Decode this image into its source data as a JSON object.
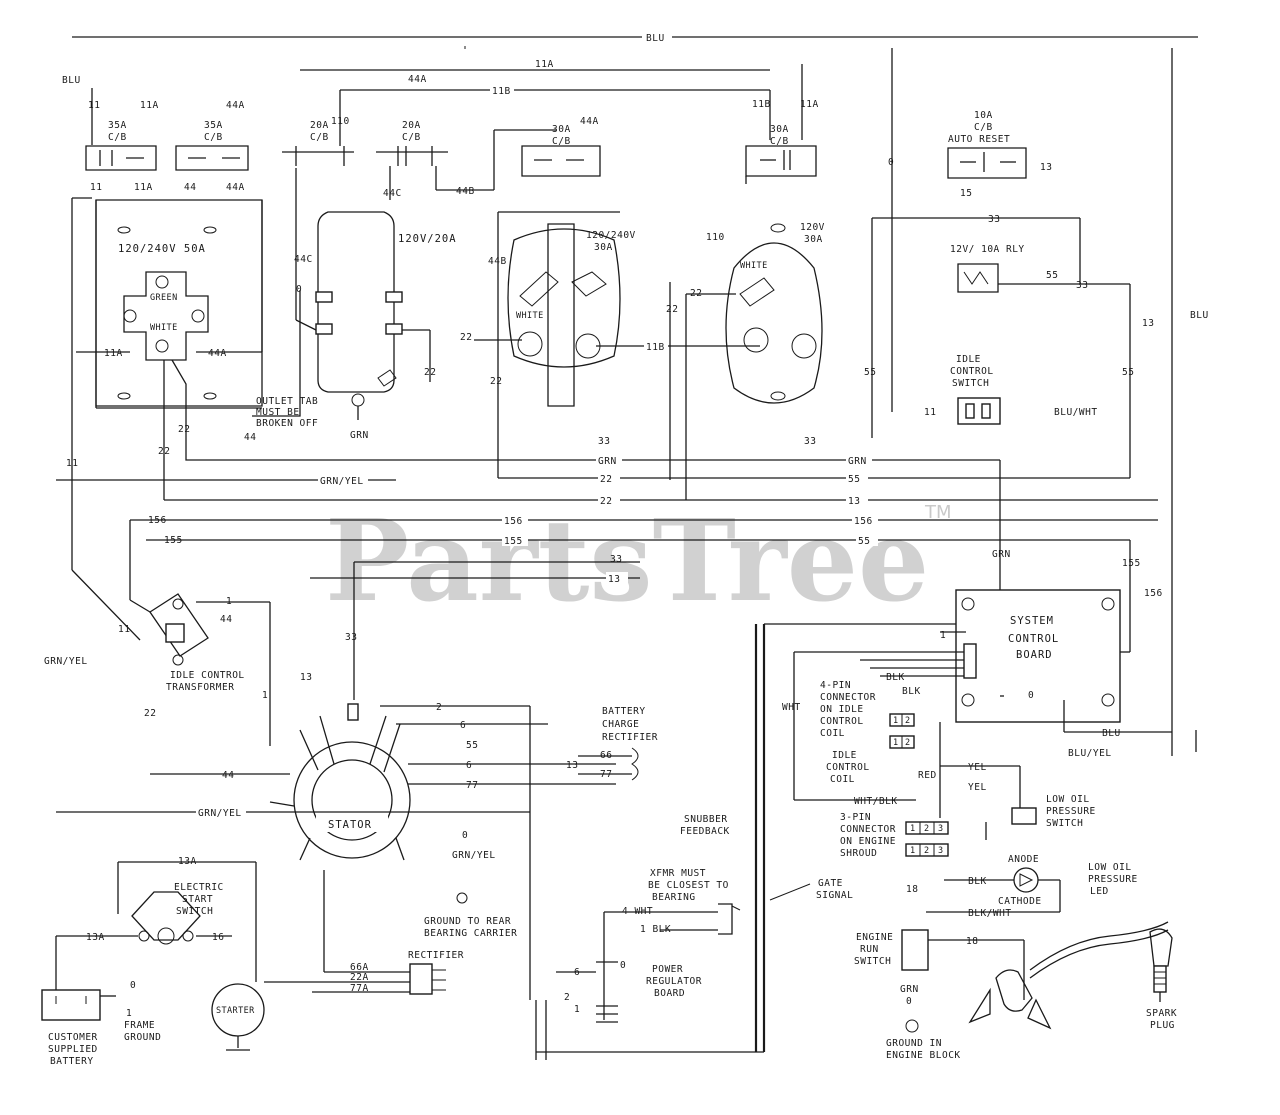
{
  "watermark": {
    "brand": "PartsTree",
    "trademark": "TM"
  },
  "wires": {
    "blu_top": "BLU",
    "blu_left": "BLU",
    "blu_right": "BLU",
    "blu_wht": "BLU/WHT",
    "w11": "11",
    "w11a": "11A",
    "w44": "44",
    "w44a": "44A",
    "w11b": "11B",
    "w110": "110",
    "w44b": "44B",
    "w44c": "44C",
    "w22": "22",
    "w15": "15",
    "w55": "55",
    "w33": "33",
    "w13": "13",
    "w156": "156",
    "w155": "155",
    "w0": "0",
    "w4": "4",
    "w2": "2",
    "w6": "6",
    "w66": "66",
    "w77": "77",
    "w66a": "66A",
    "w22a": "22A",
    "w77a": "77A",
    "w13a": "13A",
    "w16": "16",
    "w4wht": "4 WHT",
    "w1blk": "1 BLK",
    "w18": "18",
    "w1": "1",
    "grn": "GRN",
    "grn_yel": "GRN/YEL",
    "grn_yel2": "GRN/YEL",
    "grn_yel3": "GRN/YEL",
    "grn_yel4": "GRN/YEL",
    "wht": "WHT",
    "blk": "BLK",
    "red": "RED",
    "yel": "YEL",
    "blk_wht": "BLK/WHT",
    "blu_yel": "BLU/YEL",
    "wht_blk": "WHT/BLK"
  },
  "breakers": {
    "cb35a_1": {
      "rating": "35A",
      "label": "C/B"
    },
    "cb35a_2": {
      "rating": "35A",
      "label": "C/B"
    },
    "cb20a_1": {
      "rating": "20A",
      "label": "C/B"
    },
    "cb20a_2": {
      "rating": "20A",
      "label": "C/B"
    },
    "cb30a_1": {
      "rating": "30A",
      "label": "C/B"
    },
    "cb30a_2": {
      "rating": "30A",
      "label": "C/B"
    },
    "cb10a": {
      "rating": "10A",
      "label": "C/B",
      "note": "AUTO RESET"
    }
  },
  "components": {
    "recept_50a": "120/240V 50A",
    "recept_50a_green": "GREEN",
    "recept_50a_white": "WHITE",
    "recept_20a": "120V/20A",
    "outlet_note": [
      "OUTLET TAB",
      "MUST BE",
      "BROKEN OFF"
    ],
    "recept_30a_240": [
      "120/240V",
      "30A"
    ],
    "recept_30a_120": [
      "120V",
      "30A"
    ],
    "white": "WHITE",
    "relay": "12V/ 10A RLY",
    "idle_switch": [
      "IDLE",
      "CONTROL",
      "SWITCH"
    ],
    "idle_transformer": [
      "IDLE CONTROL",
      "TRANSFORMER"
    ],
    "stator": "STATOR",
    "battery_charge": [
      "BATTERY",
      "CHARGE",
      "RECTIFIER"
    ],
    "system_board": [
      "SYSTEM",
      "CONTROL",
      "BOARD"
    ],
    "four_pin": [
      "4-PIN",
      "CONNECTOR",
      "ON IDLE",
      "CONTROL",
      "COIL"
    ],
    "idle_coil": [
      "IDLE",
      "CONTROL",
      "COIL"
    ],
    "three_pin": [
      "3-PIN",
      "CONNECTOR",
      "ON ENGINE",
      "SHROUD"
    ],
    "low_oil": [
      "LOW OIL",
      "PRESSURE",
      "SWITCH"
    ],
    "anode": "ANODE",
    "cathode": "CATHODE",
    "oil_pressure_led": [
      "LOW OIL",
      "PRESSURE",
      "LED"
    ],
    "snubber": [
      "SNUBBER",
      "FEEDBACK"
    ],
    "gate_signal": [
      "GATE",
      "SIGNAL"
    ],
    "xfmr_closest": [
      "XFMR MUST",
      "BE CLOSEST TO",
      "BEARING"
    ],
    "power_regulator": [
      "POWER",
      "REGULATOR",
      "BOARD"
    ],
    "electric_start": [
      "ELECTRIC",
      "START",
      "SWITCH"
    ],
    "ground_rear": [
      "GROUND TO REAR",
      "BEARING CARRIER"
    ],
    "rectifier": "RECTIFIER",
    "battery": [
      "CUSTOMER",
      "SUPPLIED",
      "BATTERY"
    ],
    "frame_ground": [
      "FRAME",
      "GROUND"
    ],
    "starter": "STARTER",
    "engine_run": [
      "ENGINE",
      "RUN",
      "SWITCH"
    ],
    "ground_block": [
      "GROUND IN",
      "ENGINE BLOCK"
    ],
    "spark_plug": [
      "SPARK",
      "PLUG"
    ],
    "pins_123": [
      "1",
      "2",
      "3"
    ],
    "pins_12": [
      "1",
      "2"
    ]
  }
}
